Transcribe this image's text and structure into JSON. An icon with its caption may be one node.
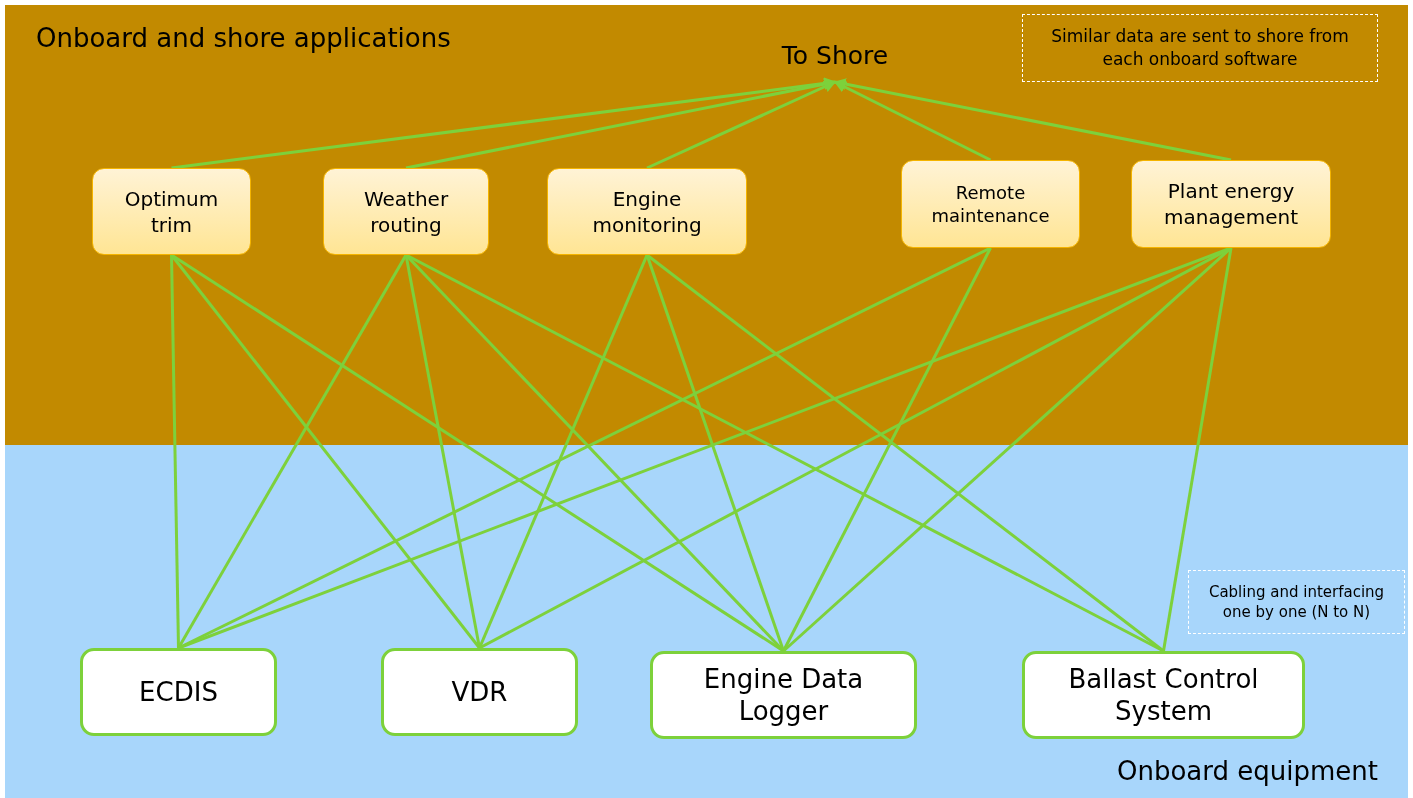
{
  "diagram": {
    "nodes": [
      {
        "text": [
          "Onboard and shore applications"
        ]
      },
      {
        "text": [
          "To Shore"
        ],
        "in": 0
      },
      {
        "text": [
          "Similar data are sent to shore from each onboard software"
        ],
        "in": 0
      },
      {
        "text": [
          "Optimum trim"
        ],
        "in": 0
      },
      {
        "text": [
          "Weather routing"
        ],
        "in": 0
      },
      {
        "text": [
          "Engine monitoring"
        ],
        "in": 0
      },
      {
        "text": [
          "Remote maintenance"
        ],
        "in": 0
      },
      {
        "text": [
          "Plant energy management"
        ],
        "in": 0
      },
      {
        "text": [
          "Onboard equipment"
        ]
      },
      {
        "text": [
          "Cabling and interfacing one by one (N to N)"
        ],
        "in": 8
      },
      {
        "text": [
          "ECDIS"
        ],
        "in": 8
      },
      {
        "text": [
          "VDR"
        ],
        "in": 8
      },
      {
        "text": [
          "Engine Data Logger"
        ],
        "in": 8
      },
      {
        "text": [
          "Ballast Control System"
        ],
        "in": 8
      }
    ],
    "edges": [
      {
        "from": 3,
        "to": 1,
        "arrow": "to"
      },
      {
        "from": 4,
        "to": 1,
        "arrow": "to"
      },
      {
        "from": 5,
        "to": 1,
        "arrow": "to"
      },
      {
        "from": 6,
        "to": 1,
        "arrow": "to"
      },
      {
        "from": 7,
        "to": 1,
        "arrow": "to"
      },
      {
        "from": 3,
        "to": 10,
        "arrow": "none"
      },
      {
        "from": 3,
        "to": 11,
        "arrow": "none"
      },
      {
        "from": 3,
        "to": 12,
        "arrow": "none"
      },
      {
        "from": 4,
        "to": 10,
        "arrow": "none"
      },
      {
        "from": 4,
        "to": 11,
        "arrow": "none"
      },
      {
        "from": 4,
        "to": 12,
        "arrow": "none"
      },
      {
        "from": 4,
        "to": 13,
        "arrow": "none"
      },
      {
        "from": 5,
        "to": 11,
        "arrow": "none"
      },
      {
        "from": 5,
        "to": 12,
        "arrow": "none"
      },
      {
        "from": 5,
        "to": 13,
        "arrow": "none"
      },
      {
        "from": 6,
        "to": 10,
        "arrow": "none"
      },
      {
        "from": 6,
        "to": 12,
        "arrow": "none"
      },
      {
        "from": 7,
        "to": 10,
        "arrow": "none"
      },
      {
        "from": 7,
        "to": 11,
        "arrow": "none"
      },
      {
        "from": 7,
        "to": 12,
        "arrow": "none"
      },
      {
        "from": 7,
        "to": 13,
        "arrow": "none"
      }
    ]
  }
}
